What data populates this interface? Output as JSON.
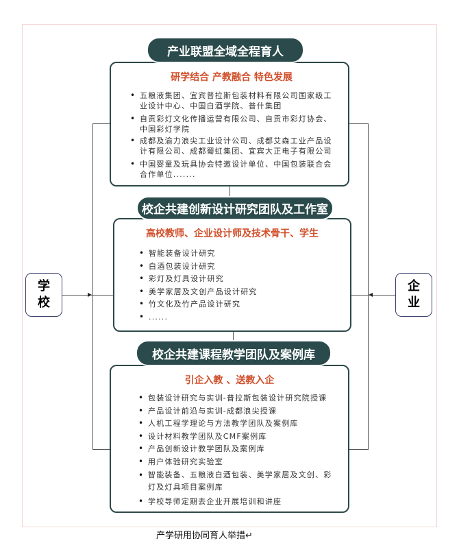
{
  "sections": [
    {
      "title": "产业联盟全域全程育人",
      "subtitle": "研学结合 产教融合 特色发展",
      "items": [
        "五粮液集团、宜宾普拉斯包装材料有限公司国家级工业设计中心、中国白酒学院、普什集团",
        "自贡彩灯文化传播运营有限公司、自贡市彩灯协会、中国彩灯学院",
        "成都及渝力浪尖工业设计公司、成都艾森工业产品设计有限公司、成都蜀虹集团、宜宾大正电子有限公司",
        "中国婴童及玩具协会特邀设计单位、中国包装联合会合作单位......."
      ]
    },
    {
      "title": "校企共建创新设计研究团队及工作室",
      "subtitle": "高校教师、企业设计师及技术骨干、学生",
      "items": [
        "智能装备设计研究",
        "白酒包装设计研究",
        "彩灯及灯具设计研究",
        "美学家居及文创产品设计研究",
        "竹文化及竹产品设计研究",
        "......"
      ]
    },
    {
      "title": "校企共建课程教学团队及案例库",
      "subtitle": "引企入教 、送教入企",
      "items": [
        "包装设计研究与实训-普拉斯包装设计研究院授课",
        "产品设计前沿与实训-成都浪尖授课",
        "人机工程学理论与方法教学团队及案例库",
        "设计材料教学团队及CMF案例库",
        "产品创新设计教学团队及案例库",
        "用户体验研究实验室",
        "智能装备、五粮液白酒包装、美学家居及文创、彩灯及灯具项目案例库",
        "学校导师定期去企业开展培训和讲座"
      ]
    }
  ],
  "left_node": "学校",
  "right_node": "企业",
  "caption": "产学研用协同育人举措↵",
  "colors": {
    "header": "#2b4a4b",
    "accent": "#d0502c",
    "border": "#2d4848"
  }
}
